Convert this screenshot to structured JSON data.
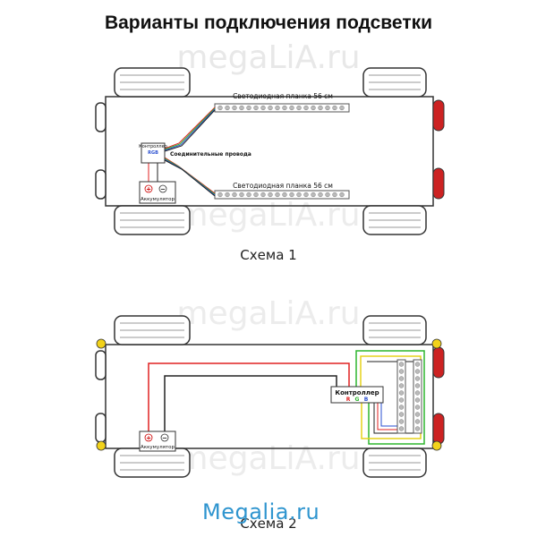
{
  "title": "Варианты подключения подсветки",
  "watermark": "megaLiA.ru",
  "brand": "Megalia.ru",
  "scheme1": {
    "caption": "Схема 1",
    "strip_top_label": "Светодиодная планка 56 см",
    "strip_bottom_label": "Светодиодная планка 56 см",
    "controller_label": "Контроллер",
    "controller_rgb": "RGB",
    "wires_label": "Соединительные провода",
    "battery_label": "Аккумулятор",
    "battery_plus": "+",
    "battery_minus": "−"
  },
  "scheme2": {
    "caption": "Схема 2",
    "controller_label": "Контроллер",
    "controller_r": "R",
    "controller_g": "G",
    "controller_b": "B",
    "battery_label": "Аккумулятор",
    "battery_plus": "+",
    "battery_minus": "−"
  },
  "colors": {
    "outline": "#333333",
    "taillight": "#cc2222",
    "wire_red": "#e02020",
    "wire_green": "#2fb52f",
    "wire_blue": "#2a4fd0",
    "wire_yellow": "#e6d21a",
    "wire_black": "#222222",
    "brand": "#2f95cf",
    "yellow_marker": "#f2d21a"
  }
}
